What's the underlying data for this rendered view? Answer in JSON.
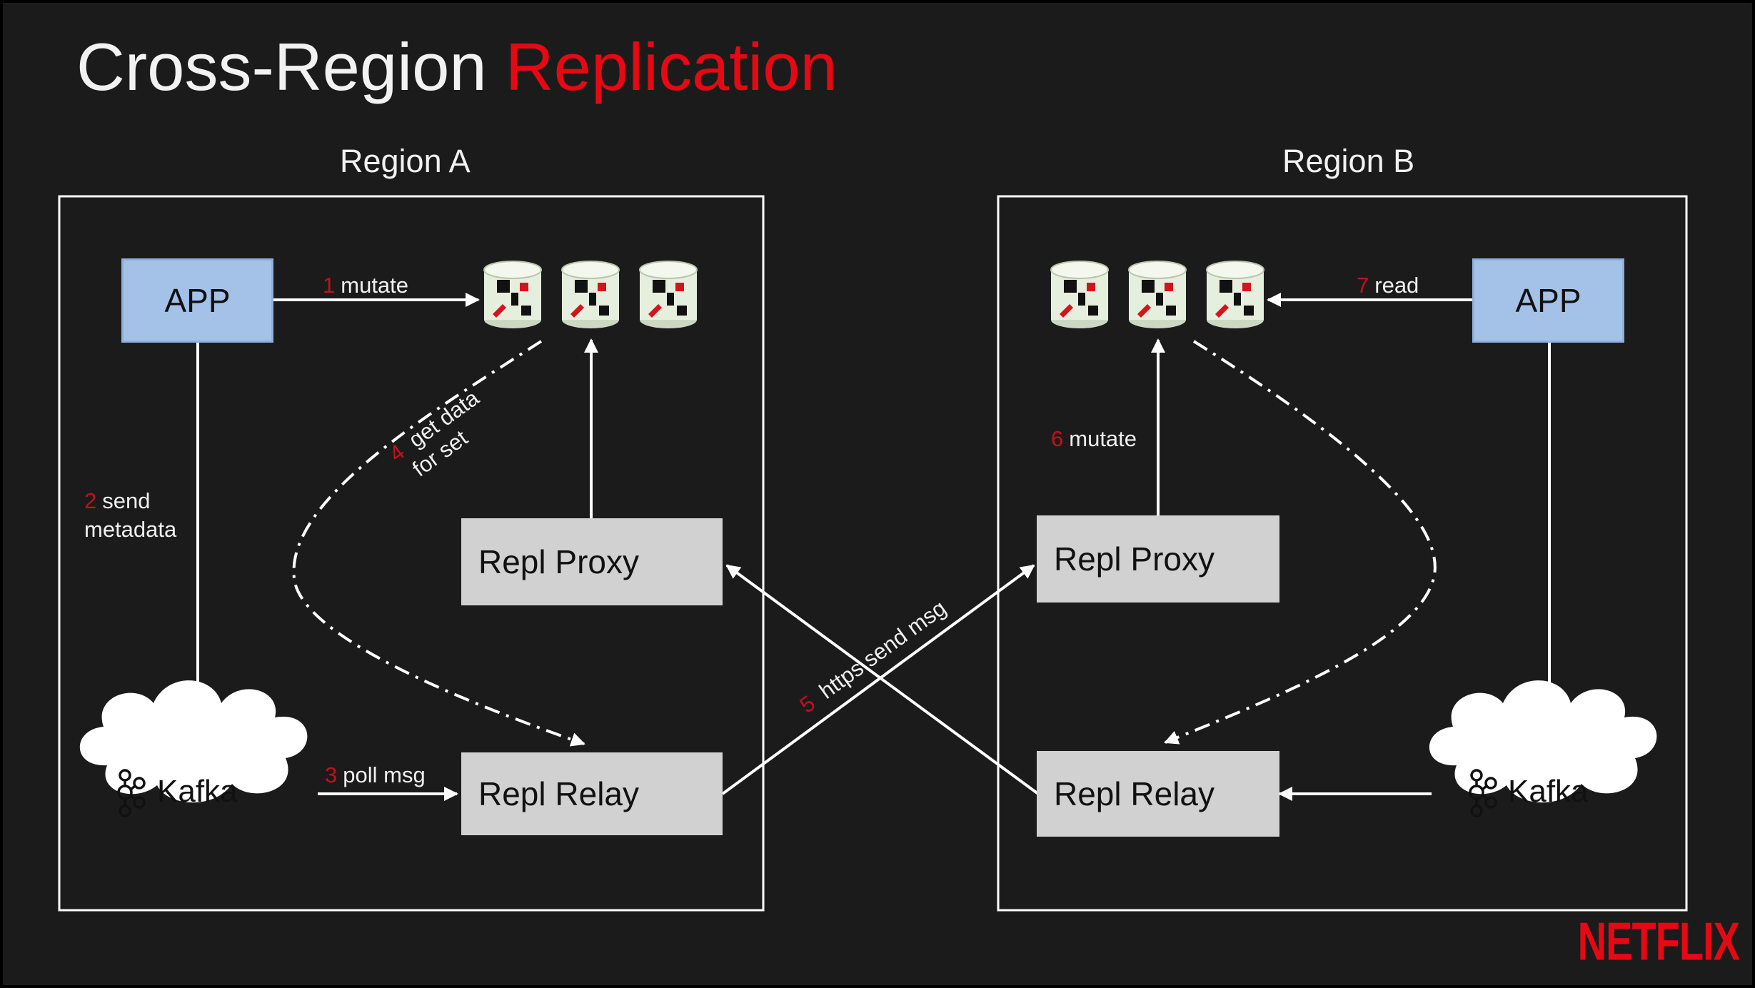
{
  "title": {
    "part1": "Cross-Region",
    "part2": "Replication"
  },
  "region_a": {
    "label": "Region A",
    "app_label": "APP",
    "kafka_label": "Kafka",
    "repl_proxy_label": "Repl Proxy",
    "repl_relay_label": "Repl Relay"
  },
  "region_b": {
    "label": "Region B",
    "app_label": "APP",
    "kafka_label": "Kafka",
    "repl_proxy_label": "Repl Proxy",
    "repl_relay_label": "Repl Relay"
  },
  "steps": {
    "s1": {
      "num": "1",
      "text": "mutate"
    },
    "s2": {
      "num": "2",
      "line1": "send",
      "line2": "metadata"
    },
    "s3": {
      "num": "3",
      "text": "poll msg"
    },
    "s4": {
      "num": "4",
      "line1": "get data",
      "line2": "for set"
    },
    "s5": {
      "num": "5",
      "text": "https send msg"
    },
    "s6": {
      "num": "6",
      "text": "mutate"
    },
    "s7": {
      "num": "7",
      "text": "read"
    }
  },
  "brand": "NETFLIX",
  "colors": {
    "background": "#1b1b1b",
    "accent_red": "#e50914",
    "app_box": "#a4c2e8",
    "repl_box": "#d1d1d1",
    "cylinder": "#e6eedd"
  },
  "icons": {
    "database": "database-cylinder-icon",
    "kafka": "kafka-logo-icon"
  }
}
